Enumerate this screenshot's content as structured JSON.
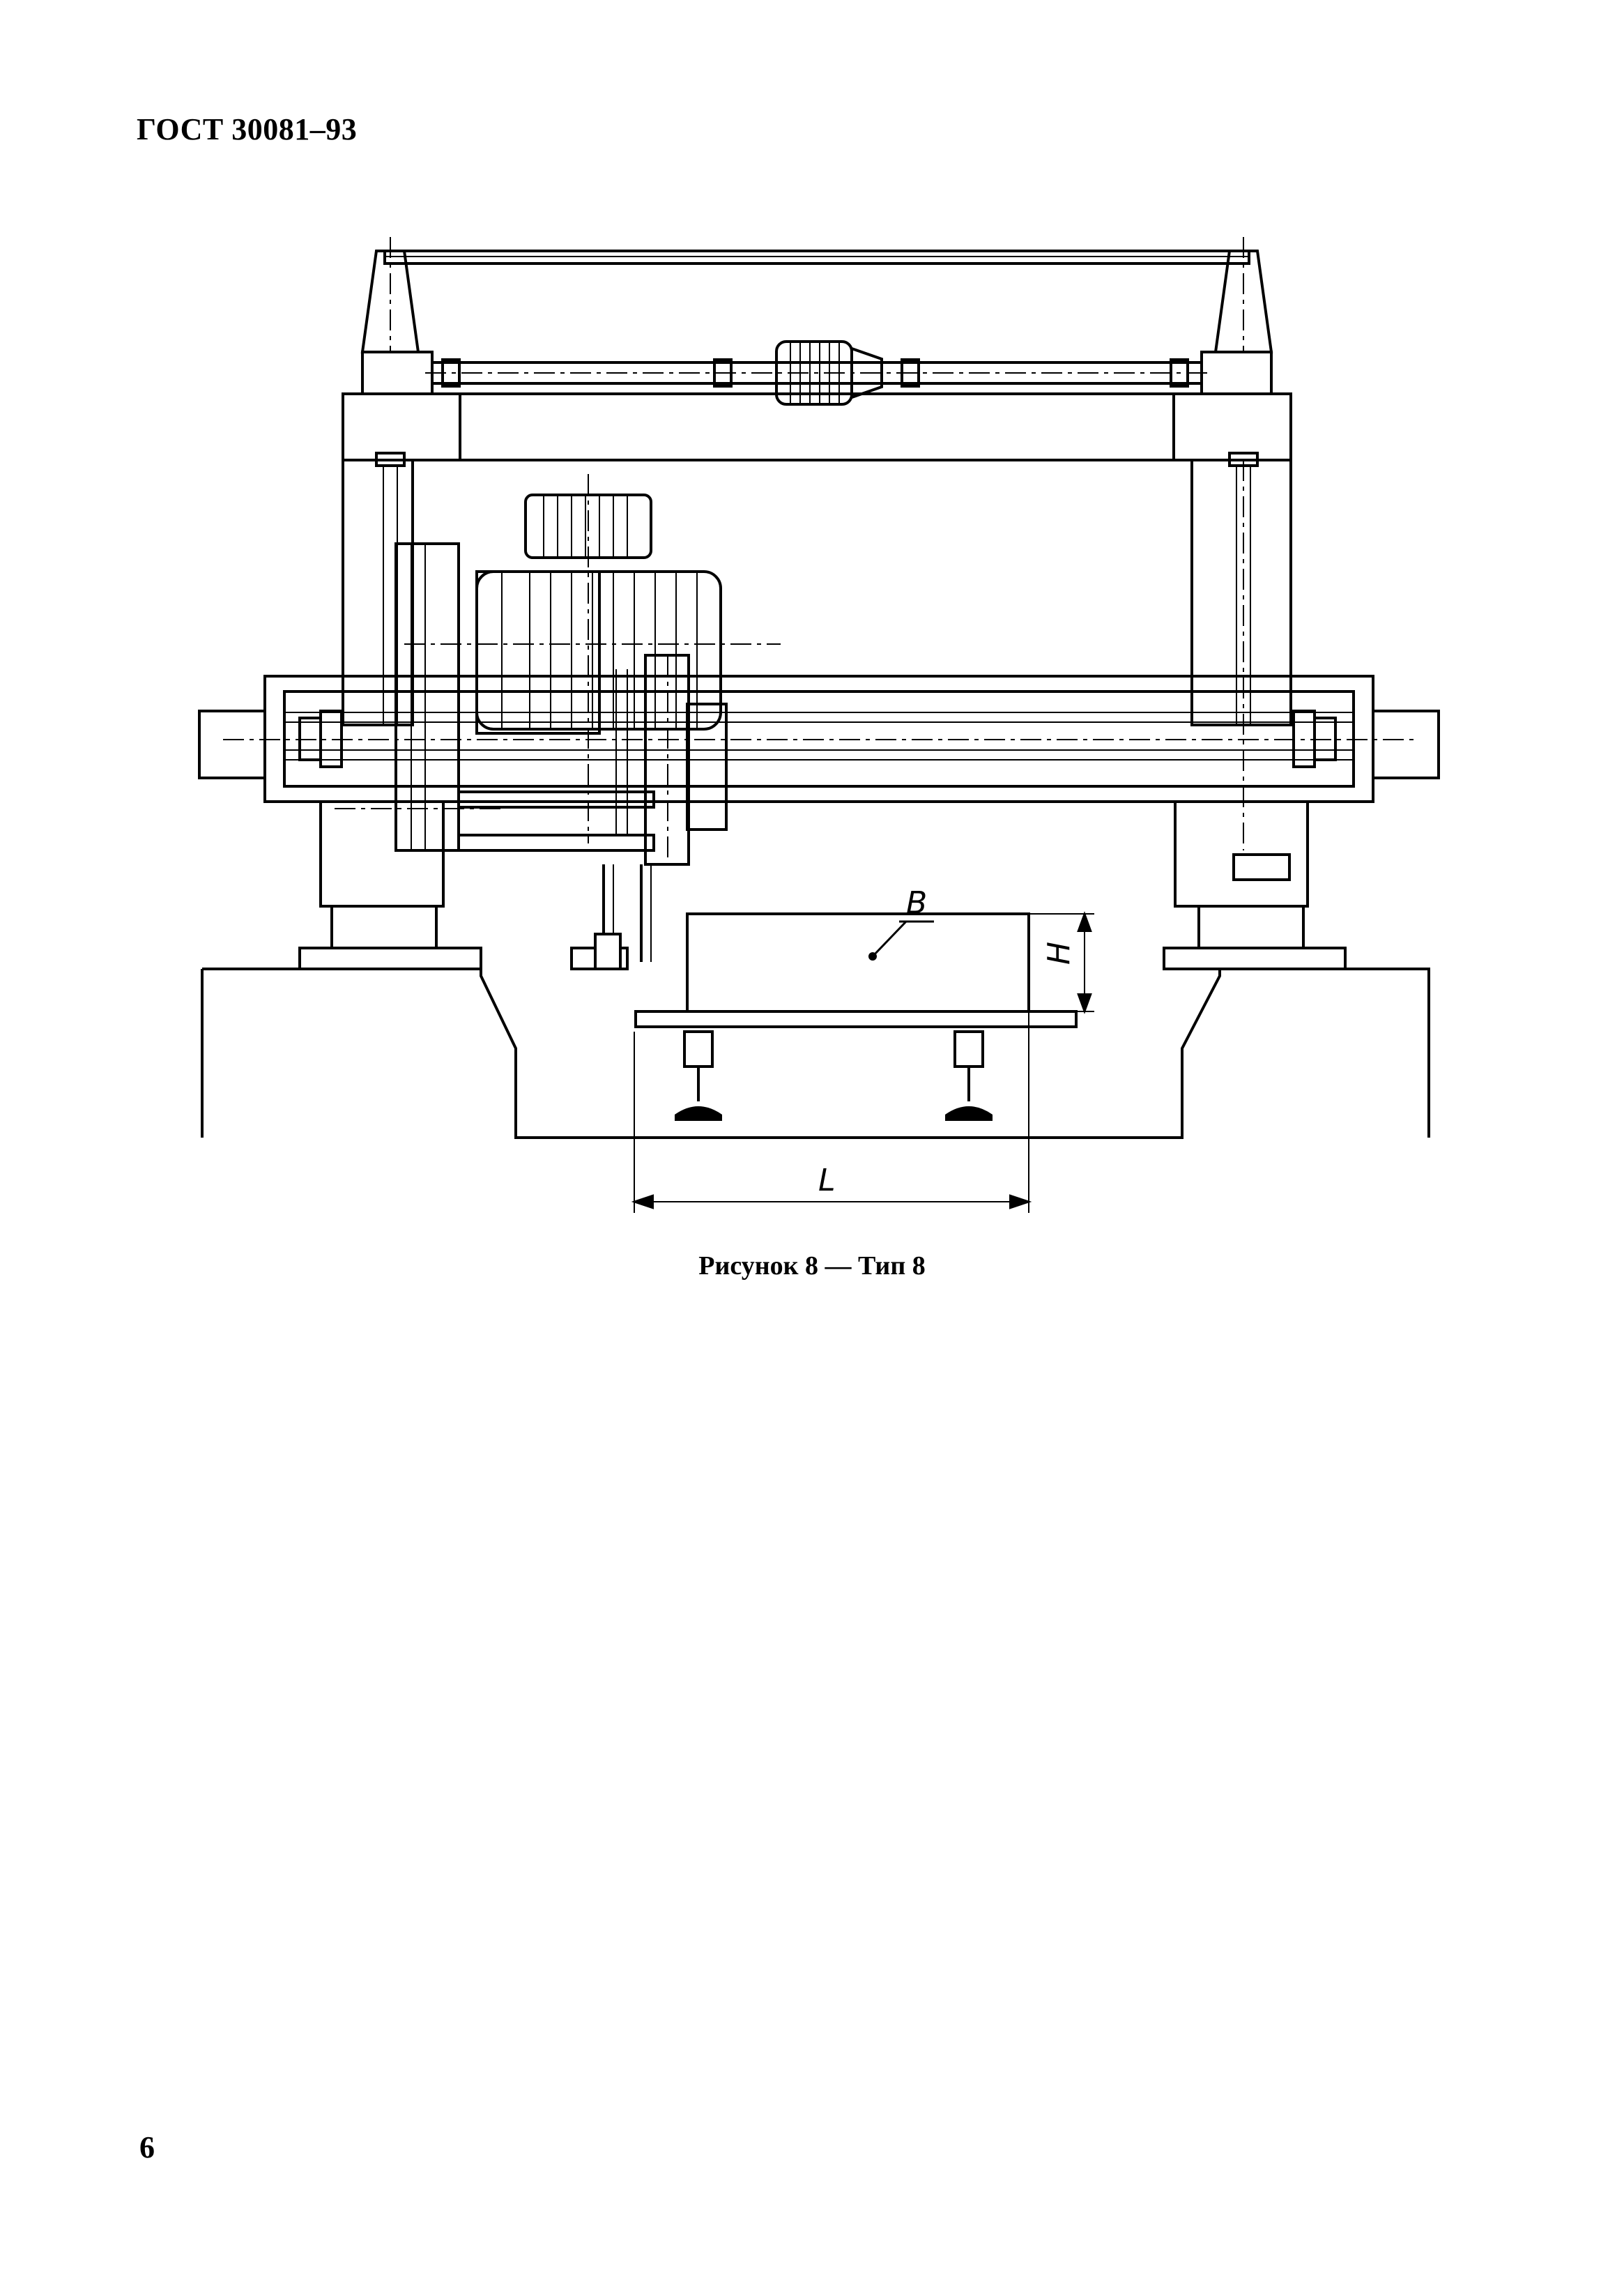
{
  "header": {
    "standard_code": "ГОСТ 30081–93"
  },
  "figure": {
    "caption": "Рисунок 8 — Тип 8",
    "labels": {
      "b": "B",
      "h": "H",
      "l": "L"
    }
  },
  "footer": {
    "page_number": "6"
  }
}
